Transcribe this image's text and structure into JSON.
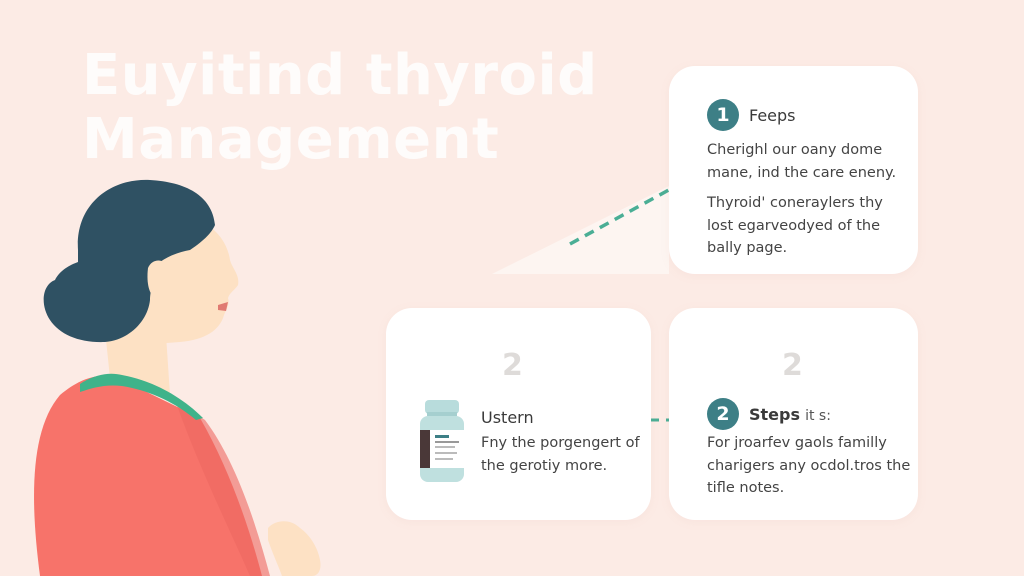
{
  "title": {
    "line1": "Euyitind thyroid",
    "line2": "Management"
  },
  "colors": {
    "background": "#fcebe5",
    "accent_teal": "#3d7f86",
    "arrow_green": "#4aae95",
    "hair": "#2f5163",
    "top_red": "#f7736a",
    "collar_green": "#3fb38a",
    "skin": "#fde1c4"
  },
  "cards": [
    {
      "badge": "1",
      "heading": "Feeps",
      "paragraphs": [
        "Cherighl our oany dome mane, ind the care eneny.",
        "Thyroid' coneraylers thy lost egarveodyed of the bally page."
      ]
    },
    {
      "ghost_number": "2",
      "icon": "medicine-bottle-icon",
      "heading": "Ustern",
      "paragraphs": [
        "Fny the porgengert of the gerotiy more."
      ]
    },
    {
      "ghost_number": "2",
      "badge": "2",
      "heading": "Steps",
      "heading_suffix": "it s:",
      "paragraphs": [
        "For jroarfev gaols familly charigers any ocdol.tros the tifle notes."
      ]
    }
  ]
}
